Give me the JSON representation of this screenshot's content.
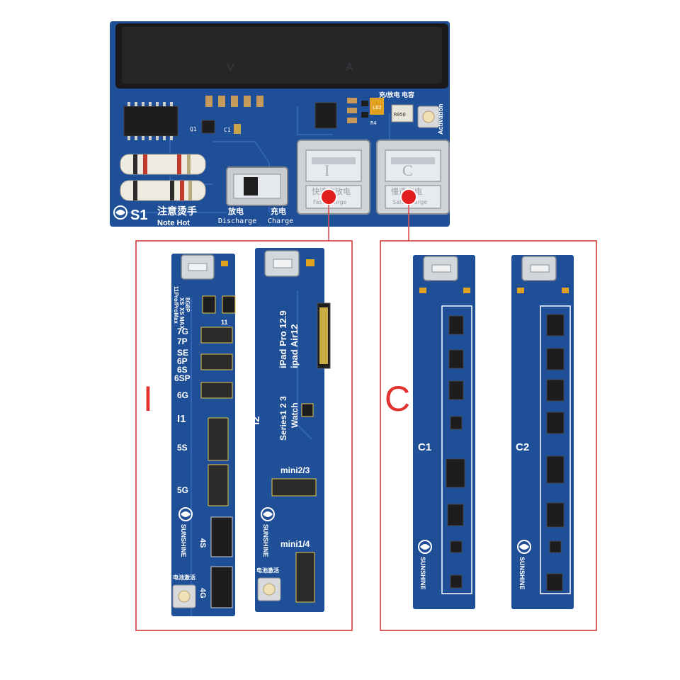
{
  "main_board": {
    "label_s1": "S1",
    "note_cn": "注意烫手",
    "note_en": "Note Hot",
    "discharge_cn": "放电",
    "discharge_en": "Discharge",
    "charge_cn": "充电",
    "charge_en": "Charge",
    "charge_discharge_cn": "充/放电 电容",
    "activation": "Activation",
    "usb_left_letter": "I",
    "usb_left_cn": "快速充放电",
    "usb_left_en": "Fast Charge",
    "usb_right_letter": "C",
    "usb_right_cn": "慢速充电",
    "usb_right_en": "Safe Charge",
    "meter_v": "V",
    "meter_a": "A",
    "r050": "R050",
    "q1": "Q1",
    "c1": "C1",
    "r4": "R4",
    "led": "LD2"
  },
  "group_i": {
    "letter": "I",
    "board_i1": {
      "id": "I1",
      "models_top": [
        "8G8P",
        "XS",
        "XS MAX",
        "11Pro/ProMax"
      ],
      "model_11": "11",
      "models": [
        "7G",
        "7P",
        "SE",
        "6P",
        "6S",
        "6SP",
        "6G"
      ],
      "model_5s": "5S",
      "model_5g": "5G",
      "model_4s": "4S",
      "model_4g": "4G",
      "brand": "SUNSHINE",
      "activate_cn": "电池激活"
    },
    "board_i2": {
      "id": "I2",
      "ipad_line1": "iPad Pro 12.9",
      "ipad_line2": "ipad Air12",
      "watch_line1": "Series1 2 3",
      "watch_line2": "Watch",
      "mini23": "mini2/3",
      "mini14": "mini1/4",
      "brand": "SUNSHINE",
      "activate_cn": "电池激活"
    }
  },
  "group_c": {
    "letter": "C",
    "board_c1": {
      "id": "C1",
      "brand": "SUNSHINE"
    },
    "board_c2": {
      "id": "C2",
      "brand": "SUNSHINE"
    }
  },
  "colors": {
    "pcb": "#1f4f97",
    "frame": "#d43a3a",
    "marker": "#e21d1d",
    "gold_pad": "#e8c44a"
  }
}
